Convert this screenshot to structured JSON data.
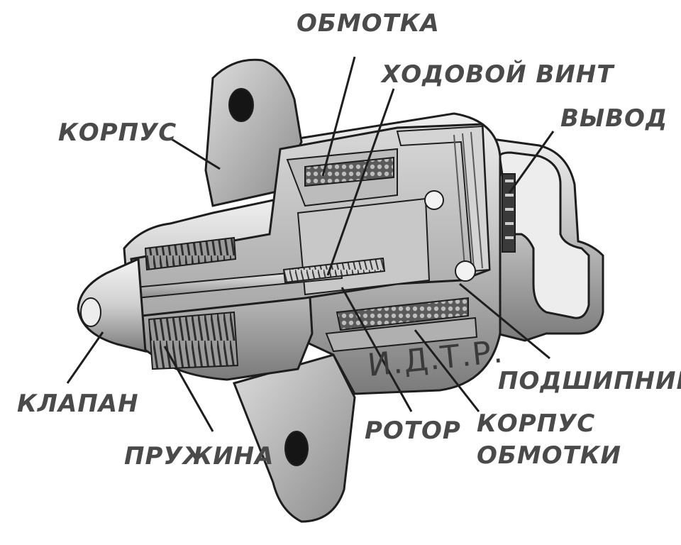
{
  "labels": {
    "winding": "ОБМОТКА",
    "lead_screw": "ХОДОВОЙ ВИНТ",
    "housing": "КОРПУС",
    "terminal": "ВЫВОД",
    "valve": "КЛАПАН",
    "spring": "ПРУЖИНА",
    "rotor": "РОТОР",
    "bearing": "ПОДШИПНИК",
    "winding_housing_1": "КОРПУС",
    "winding_housing_2": "ОБМОТКИ"
  },
  "stamp": "И.Д.Т.Р.",
  "colors": {
    "label_text": "#4a4a4a",
    "metal_light": "#e2e2e2",
    "metal_mid": "#b4b4b4",
    "metal_dark": "#6f6f6f",
    "outline": "#1e1e1e"
  }
}
